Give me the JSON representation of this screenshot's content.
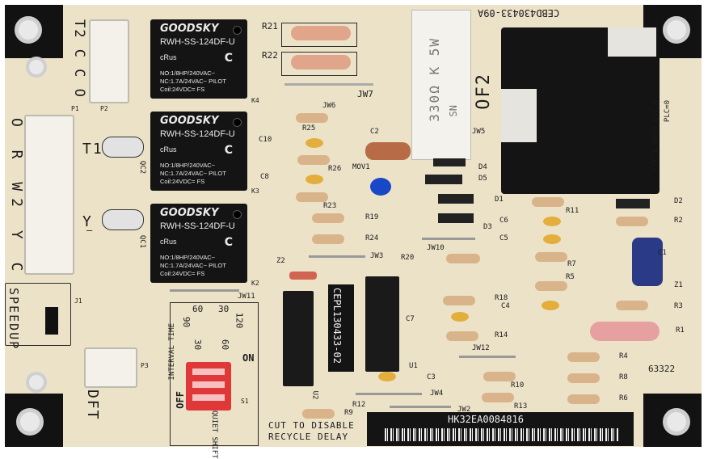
{
  "board": {
    "part_number": "CEBD430433-09A",
    "serial": "HK32EA0084816",
    "cut_note_line1": "CUT TO DISABLE",
    "cut_note_line2": "RECYCLE DELAY",
    "speedup": "SPEEDUP",
    "dft": "DFT",
    "interval_time": "INTERVAL TIME",
    "on": "ON",
    "off": "OFF",
    "quiet_shift": "QUIET SHIFT",
    "board_code": "63322",
    "ul_text": "CPC E 94V0 SST-A",
    "ul_text2": "PLC=0"
  },
  "relays": [
    {
      "brand": "GOODSKY",
      "model": "RWH-SS-124DF-U",
      "cert": "cRus",
      "spec1": "NO:1/8HP/240VAC~",
      "spec2": "NC:1.7A/24VAC~ PILOT",
      "spec3": "Coil:24VDC= FS",
      "c": "C",
      "ref": "K4"
    },
    {
      "brand": "GOODSKY",
      "model": "RWH-SS-124DF-U",
      "cert": "cRus",
      "spec1": "NO:1/8HP/240VAC~",
      "spec2": "NC:1.7A/24VAC~ PILOT",
      "spec3": "Coil:24VDC= FS",
      "c": "C",
      "ref": "K3"
    },
    {
      "brand": "GOODSKY",
      "model": "RWH-SS-124DF-U",
      "cert": "cRus",
      "spec1": "NO:1/8HP/240VAC~",
      "spec2": "NC:1.7A/24VAC~ PILOT",
      "spec3": "Coil:24VDC= FS",
      "c": "C",
      "ref": "K2"
    }
  ],
  "connectors": {
    "p2_label": "T2 C C O",
    "p2_ref": "P2",
    "p1_label": "O R W2 Y C",
    "p1_ref": "P1",
    "t1": "T1",
    "y": "Y",
    "qc2": "QC2",
    "qc1": "QC1",
    "p3": "P3",
    "j1": "J1"
  },
  "power_resistor": {
    "text": "330Ω K 5W",
    "brand": "SN",
    "ref": "OF2"
  },
  "chip_label": "CEPL130433-02",
  "refs": {
    "r21": "R21",
    "r22": "R22",
    "jw7": "JW7",
    "jw6": "JW6",
    "r25": "R25",
    "c10": "C10",
    "r26": "R26",
    "c8": "C8",
    "r23": "R23",
    "r19": "R19",
    "r24": "R24",
    "c2": "C2",
    "mov1": "MOV1",
    "d4": "D4",
    "d5": "D5",
    "d1": "D1",
    "d3": "D3",
    "jw5": "JW5",
    "r11": "R11",
    "c6": "C6",
    "c5": "C5",
    "r7": "R7",
    "r5": "R5",
    "c4": "C4",
    "d2": "D2",
    "r2": "R2",
    "c1": "C1",
    "z1": "Z1",
    "r3": "R3",
    "r1": "R1",
    "jw10": "JW10",
    "r20": "R20",
    "jw3": "JW3",
    "z2": "Z2",
    "jw11": "JW11",
    "r18": "R18",
    "c7": "C7",
    "r14": "R14",
    "jw12": "JW12",
    "r4": "R4",
    "r8": "R8",
    "u1": "U1",
    "u2": "U2",
    "c3": "C3",
    "r10": "R10",
    "jw4": "JW4",
    "r12": "R12",
    "jw2": "JW2",
    "r13": "R13",
    "r6": "R6",
    "r9": "R9",
    "s1": "S1"
  },
  "dip_scale": {
    "a": "90",
    "b": "60",
    "c": "30",
    "d": "120",
    "e": "60",
    "f": "30"
  }
}
